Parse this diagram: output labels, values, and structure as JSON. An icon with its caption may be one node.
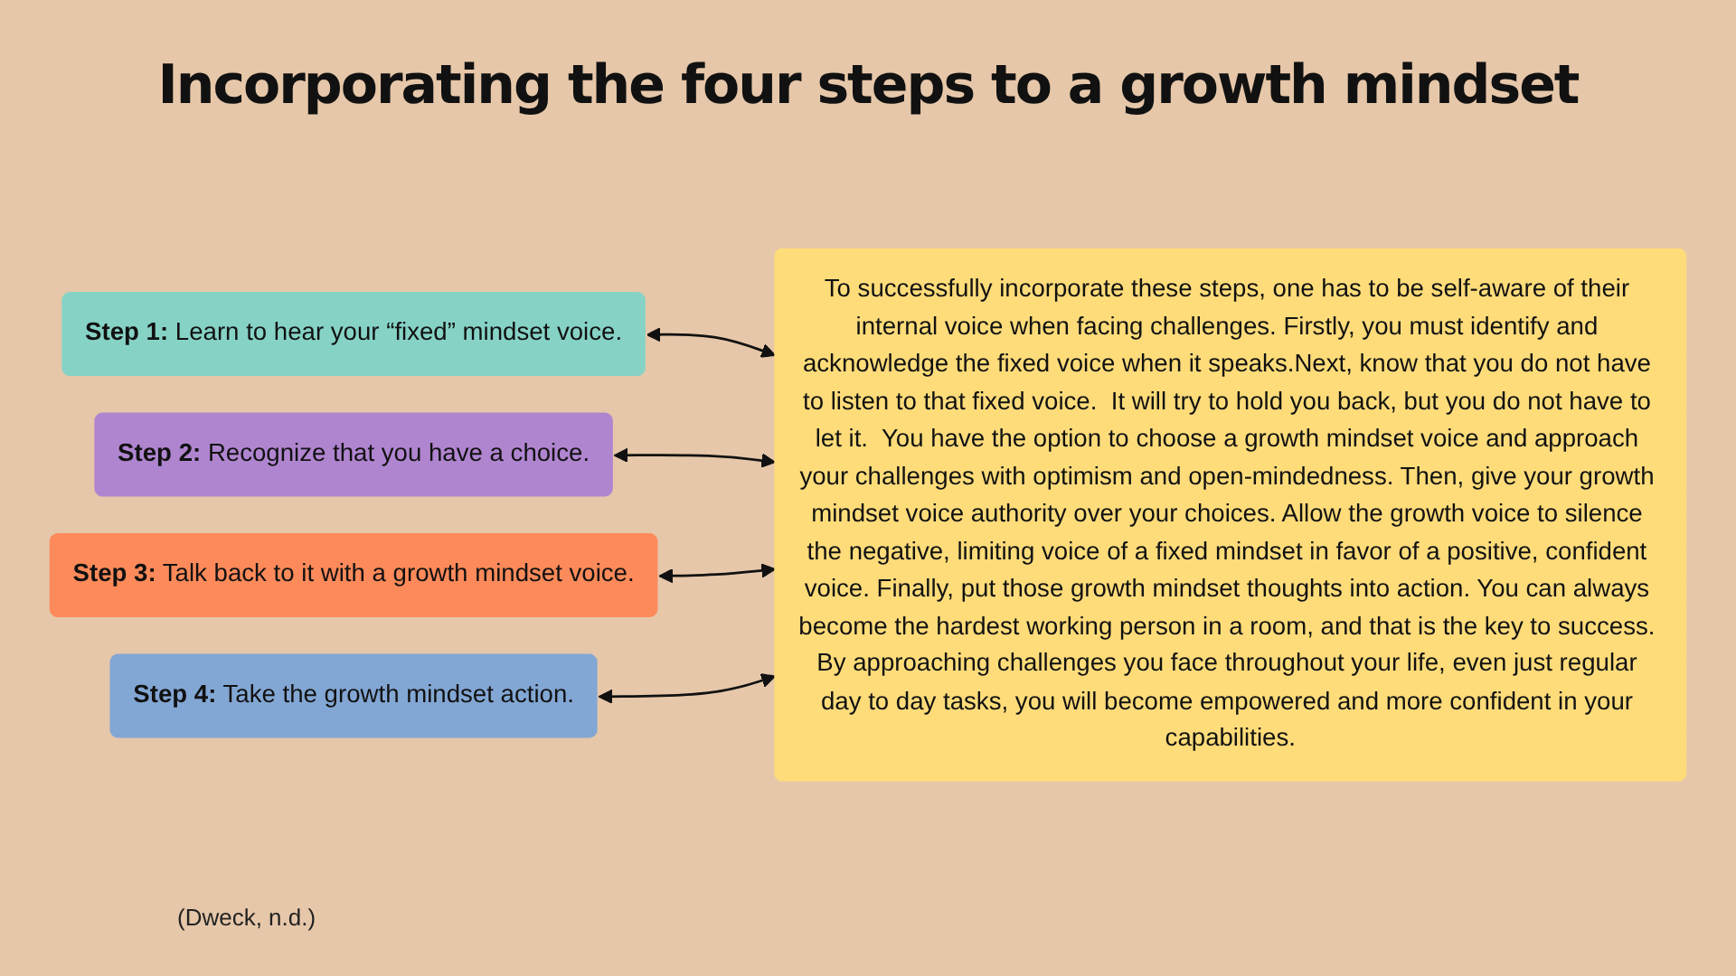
{
  "diagram": {
    "title": "Incorporating the four steps to a growth mindset",
    "nodes": [
      {
        "text": [
          "**Step 1:** Learn to hear your “fixed” mindset voice."
        ]
      },
      {
        "text": [
          "**Step 2:** Recognize that you have a choice."
        ]
      },
      {
        "text": [
          "**Step 3:** Talk back to it with a growth mindset voice."
        ]
      },
      {
        "text": [
          "**Step 4:** Take the growth mindset action."
        ]
      },
      {
        "text": [
          "To successfully incorporate these steps, one has to be self-aware of their internal voice when facing challenges. Firstly, you must identify and acknowledge the fixed voice when it speaks.Next, know that you do not have to listen to that fixed voice.  It will try to hold you back, but you do not have to let it.  You have the option to choose a growth mindset voice and approach your challenges with optimism and open-mindedness. Then, give your growth mindset voice authority over your choices. Allow the growth voice to silence the negative, limiting voice of a fixed mindset in favor of a positive, confident voice. Finally, put those growth mindset thoughts into action. You can always become the hardest working person in a room, and that is the key to success. By approaching challenges you face throughout your life, even just regular day to day tasks, you will become empowered and more confident in your capabilities."
        ]
      }
    ],
    "edges": [
      {
        "from": 0,
        "to": 4,
        "arrow": "both"
      },
      {
        "from": 1,
        "to": 4,
        "arrow": "both"
      },
      {
        "from": 2,
        "to": 4,
        "arrow": "both"
      },
      {
        "from": 3,
        "to": 4,
        "arrow": "both"
      }
    ],
    "labels": [
      "(Dweck, n.d.)"
    ]
  }
}
